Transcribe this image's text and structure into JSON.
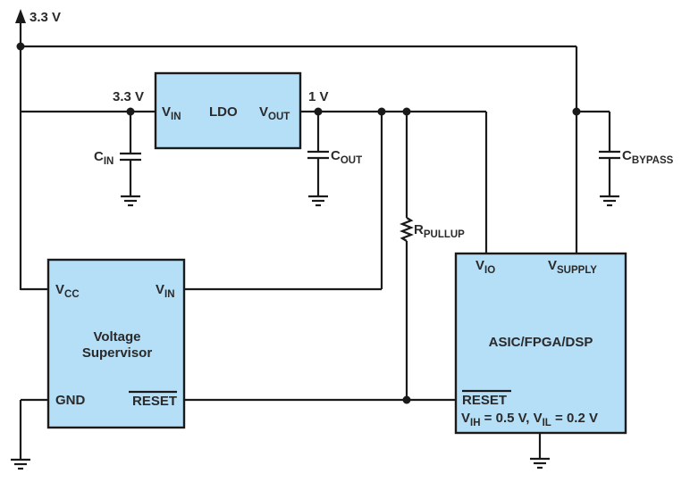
{
  "diagram": {
    "supply": {
      "label": "3.3 V",
      "icon": "supply-arrow-icon"
    },
    "ldo": {
      "name": "LDO",
      "vin_label": "V",
      "vin_sub": "IN",
      "vout_label": "V",
      "vout_sub": "OUT",
      "input_voltage": "3.3 V",
      "output_voltage": "1 V"
    },
    "cin": {
      "label": "C",
      "sub": "IN"
    },
    "cout": {
      "label": "C",
      "sub": "OUT"
    },
    "cbypass": {
      "label": "C",
      "sub": "BYPASS"
    },
    "rpullup": {
      "label": "R",
      "sub": "PULLUP"
    },
    "supervisor": {
      "title_line1": "Voltage",
      "title_line2": "Supervisor",
      "vcc_label": "V",
      "vcc_sub": "CC",
      "vin_label": "V",
      "vin_sub": "IN",
      "gnd_label": "GND",
      "reset_label": "RESET"
    },
    "asic": {
      "title": "ASIC/FPGA/DSP",
      "vio_label": "V",
      "vio_sub": "IO",
      "vsupply_label": "V",
      "vsupply_sub": "SUPPLY",
      "reset_label": "RESET",
      "vih_label": "V",
      "vih_sub": "IH",
      "vih_value": " = 0.5 V, ",
      "vil_label": "V",
      "vil_sub": "IL",
      "vil_value": " = 0.2 V"
    }
  }
}
